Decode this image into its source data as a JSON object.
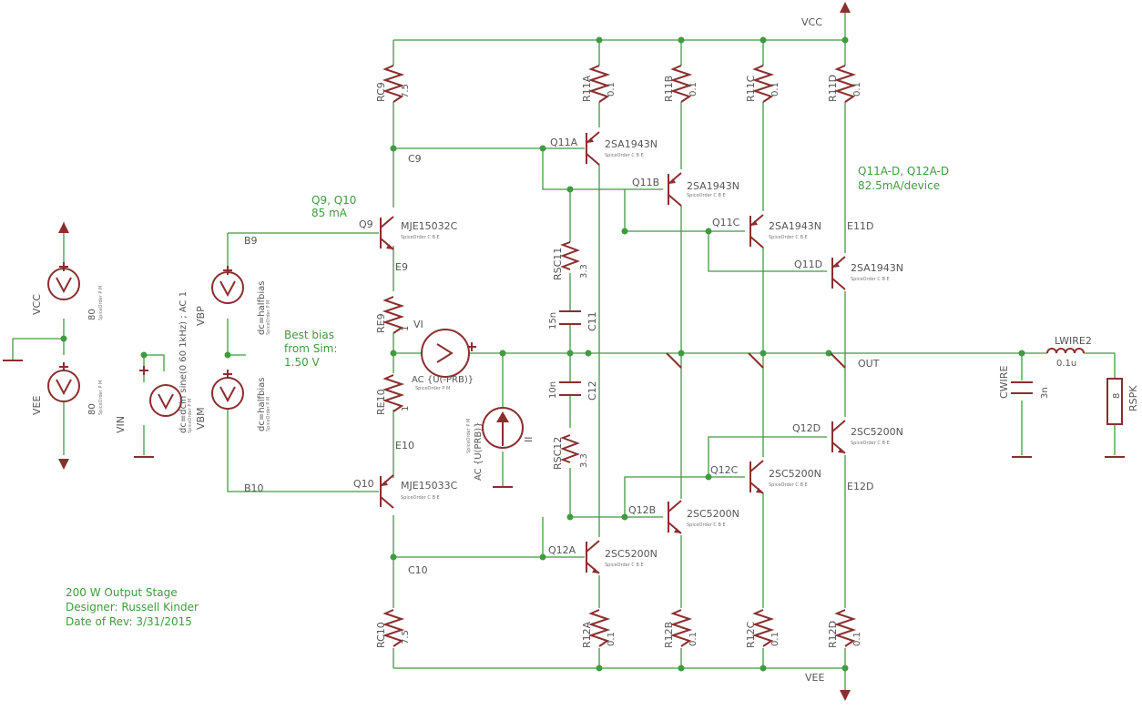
{
  "schematic": {
    "supplies": {
      "vcc": "VCC",
      "vee": "VEE"
    },
    "nets": {
      "c9": "C9",
      "c10": "C10",
      "b9": "B9",
      "b10": "B10",
      "e9": "E9",
      "e10": "E10",
      "e11d": "E11D",
      "e12d": "E12D",
      "out": "OUT"
    },
    "resistors": [
      {
        "name": "RC9",
        "value": "7.5"
      },
      {
        "name": "R11A",
        "value": "0.1"
      },
      {
        "name": "R11B",
        "value": "0.1"
      },
      {
        "name": "R11C",
        "value": "0.1"
      },
      {
        "name": "R11D",
        "value": "0.1"
      },
      {
        "name": "RE9",
        "value": "1"
      },
      {
        "name": "RE10",
        "value": "1"
      },
      {
        "name": "RSC11",
        "value": "3.3"
      },
      {
        "name": "RSC12",
        "value": "3.3"
      },
      {
        "name": "RC10",
        "value": "7.5"
      },
      {
        "name": "R12A",
        "value": "0.1"
      },
      {
        "name": "R12B",
        "value": "0.1"
      },
      {
        "name": "R12C",
        "value": "0.1"
      },
      {
        "name": "R12D",
        "value": "0.1"
      },
      {
        "name": "RSPK",
        "value": "8"
      }
    ],
    "transistors": [
      {
        "name": "Q9",
        "part": "MJE15032C"
      },
      {
        "name": "Q10",
        "part": "MJE15033C"
      },
      {
        "name": "Q11A",
        "part": "2SA1943N"
      },
      {
        "name": "Q11B",
        "part": "2SA1943N"
      },
      {
        "name": "Q11C",
        "part": "2SA1943N"
      },
      {
        "name": "Q11D",
        "part": "2SA1943N"
      },
      {
        "name": "Q12A",
        "part": "2SC5200N"
      },
      {
        "name": "Q12B",
        "part": "2SC5200N"
      },
      {
        "name": "Q12C",
        "part": "2SC5200N"
      },
      {
        "name": "Q12D",
        "part": "2SC5200N"
      }
    ],
    "spice_order": "SpiceOrder C B E",
    "spice_order_pm": "SpiceOrder P M",
    "capacitors": [
      {
        "name": "C11",
        "value": "15n"
      },
      {
        "name": "C12",
        "value": "10n"
      },
      {
        "name": "CWIRE",
        "value": "3n"
      }
    ],
    "inductor": {
      "name": "LWIRE2",
      "value": "0.1u"
    },
    "sources": {
      "vcc": {
        "name": "VCC",
        "value": "80"
      },
      "vee": {
        "name": "VEE",
        "value": "80"
      },
      "vin": {
        "name": "VIN",
        "value": "dc=dcin sine(0 60 1kHz) ; AC 1"
      },
      "vbp": {
        "name": "VBP",
        "value": "dc=halfbias"
      },
      "vbm": {
        "name": "VBM",
        "value": "dc=halfbias"
      },
      "vi": {
        "name": "VI",
        "value": "AC {U(-PRB)}"
      },
      "ii": {
        "name": "II",
        "value": "AC {U(PRB)}"
      }
    },
    "notes": {
      "q9q10": "Q9, Q10",
      "q9q10_current": "85 mA",
      "bias_l1": "Best bias",
      "bias_l2": "from Sim:",
      "bias_l3": "1.50 V",
      "out_devices": "Q11A-D, Q12A-D",
      "out_current": "82.5mA/device",
      "title": "200 W Output Stage",
      "designer": "Designer: Russell Kinder",
      "date": "Date of Rev: 3/31/2015"
    }
  }
}
